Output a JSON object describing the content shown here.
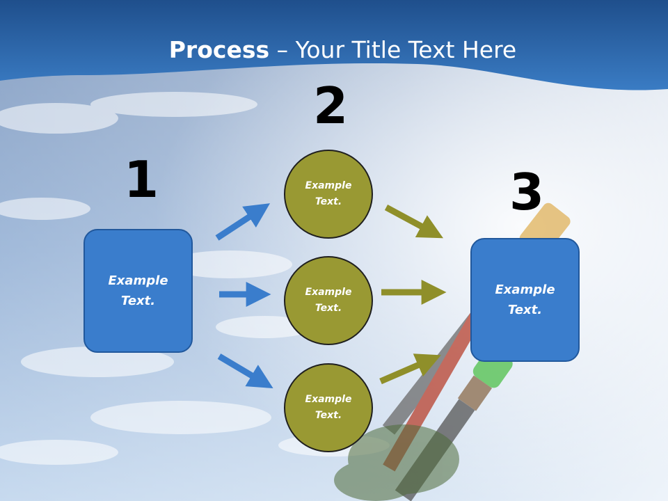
{
  "slide": {
    "title_bold": "Process",
    "title_rest": " – Your Title Text Here",
    "step_numbers": [
      "1",
      "2",
      "3"
    ],
    "source_box_text": "Example Text.",
    "target_box_text": "Example Text.",
    "circles": [
      {
        "text": "Example Text."
      },
      {
        "text": "Example Text."
      },
      {
        "text": "Example Text."
      }
    ]
  },
  "colors": {
    "header_blue": "#2e6db5",
    "box_blue": "#3a7dcc",
    "circle_olive": "#999933",
    "arrow_blue": "#3a7dcc",
    "arrow_olive": "#8f8f2a"
  },
  "icons": {
    "arrows": "right-arrow-icon"
  }
}
